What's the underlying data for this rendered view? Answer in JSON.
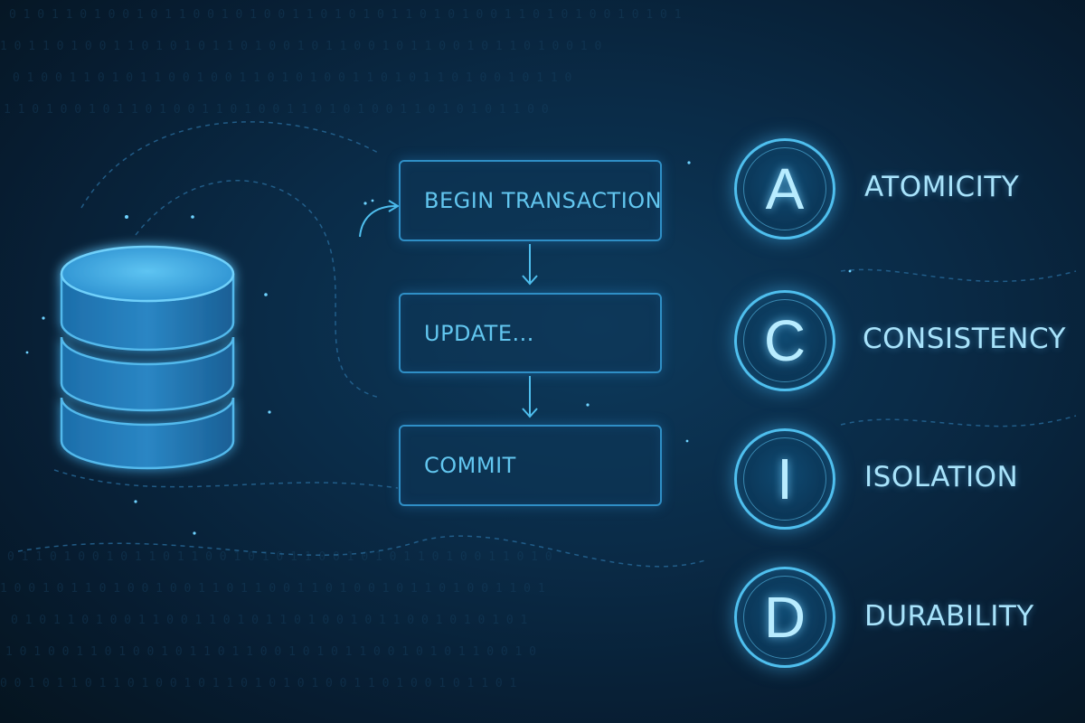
{
  "transaction_steps": [
    {
      "label": "BEGIN TRANSACTION"
    },
    {
      "label": "UPDATE..."
    },
    {
      "label": "COMMIT"
    }
  ],
  "acid": [
    {
      "letter": "A",
      "label": "ATOMICITY"
    },
    {
      "letter": "C",
      "label": "CONSISTENCY"
    },
    {
      "letter": "I",
      "label": "ISOLATION"
    },
    {
      "letter": "D",
      "label": "DURABILITY"
    }
  ],
  "colors": {
    "background": "#0a2b47",
    "accent": "#4fbfee",
    "box_border": "#2f8fc6",
    "box_text": "#62c6ef",
    "label_text": "#a8e3fb"
  },
  "icons": [
    "database-icon",
    "down-arrow-icon"
  ]
}
